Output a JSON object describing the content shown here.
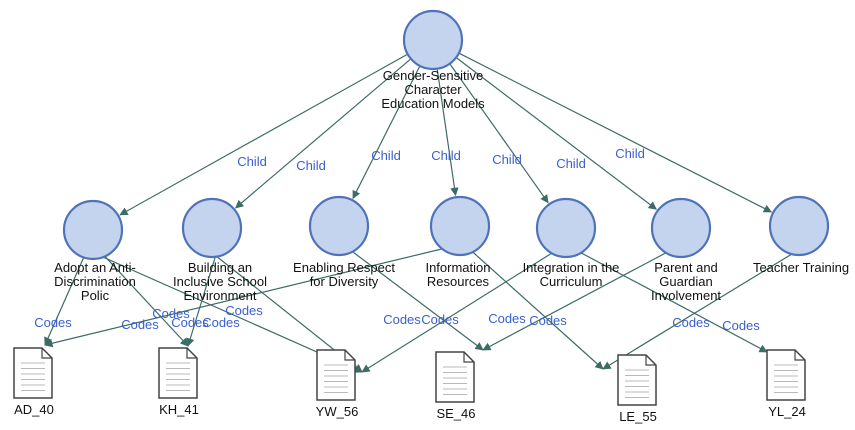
{
  "diagram": {
    "root": {
      "label": [
        "Gender-Sensitive",
        "Character",
        "Education Models"
      ]
    },
    "themes": [
      {
        "id": "t1",
        "label": [
          "Adopt an Anti-",
          "Discrimination",
          "Polic"
        ]
      },
      {
        "id": "t2",
        "label": [
          "Building an",
          "Inclusive School",
          "Environment"
        ]
      },
      {
        "id": "t3",
        "label": [
          "Enabling Respect",
          "for Diversity"
        ]
      },
      {
        "id": "t4",
        "label": [
          "Information",
          "Resources"
        ]
      },
      {
        "id": "t5",
        "label": [
          "Integration in the",
          "Curriculum"
        ]
      },
      {
        "id": "t6",
        "label": [
          "Parent and",
          "Guardian",
          "Involvement"
        ]
      },
      {
        "id": "t7",
        "label": [
          "Teacher Training"
        ]
      }
    ],
    "documents": [
      {
        "id": "d1",
        "label": "AD_40"
      },
      {
        "id": "d2",
        "label": "KH_41"
      },
      {
        "id": "d3",
        "label": "YW_56"
      },
      {
        "id": "d4",
        "label": "SE_46"
      },
      {
        "id": "d5",
        "label": "LE_55"
      },
      {
        "id": "d6",
        "label": "YL_24"
      }
    ],
    "child_edges": [
      {
        "from": "root",
        "to": "t1",
        "label": "Child"
      },
      {
        "from": "root",
        "to": "t2",
        "label": "Child"
      },
      {
        "from": "root",
        "to": "t3",
        "label": "Child"
      },
      {
        "from": "root",
        "to": "t4",
        "label": "Child"
      },
      {
        "from": "root",
        "to": "t5",
        "label": "Child"
      },
      {
        "from": "root",
        "to": "t6",
        "label": "Child"
      },
      {
        "from": "root",
        "to": "t7",
        "label": "Child"
      }
    ],
    "code_edges": [
      {
        "from": "t1",
        "to": "d1",
        "label": "Codes"
      },
      {
        "from": "t1",
        "to": "d2",
        "label": "Codes"
      },
      {
        "from": "t1",
        "to": "d3",
        "label": "Codes"
      },
      {
        "from": "t2",
        "to": "d2",
        "label": "Codes"
      },
      {
        "from": "t2",
        "to": "d3",
        "label": "Codes"
      },
      {
        "from": "t3",
        "to": "d4",
        "label": "Codes"
      },
      {
        "from": "t4",
        "to": "d1",
        "label": "Codes"
      },
      {
        "from": "t4",
        "to": "d5",
        "label": "Codes"
      },
      {
        "from": "t5",
        "to": "d3",
        "label": "Codes"
      },
      {
        "from": "t5",
        "to": "d6",
        "label": "Codes"
      },
      {
        "from": "t6",
        "to": "d4",
        "label": "Codes"
      },
      {
        "from": "t7",
        "to": "d5",
        "label": "Codes"
      }
    ]
  }
}
